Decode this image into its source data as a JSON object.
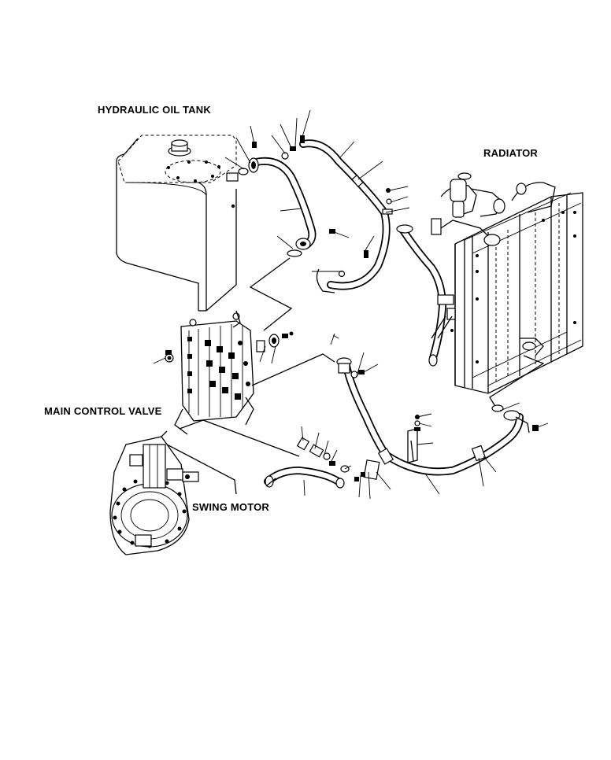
{
  "diagram": {
    "labels": {
      "hydraulic_oil_tank": "HYDRAULIC OIL TANK",
      "radiator": "RADIATOR",
      "main_control_valve": "MAIN CONTROL VALVE",
      "swing_motor": "SWING MOTOR"
    }
  }
}
